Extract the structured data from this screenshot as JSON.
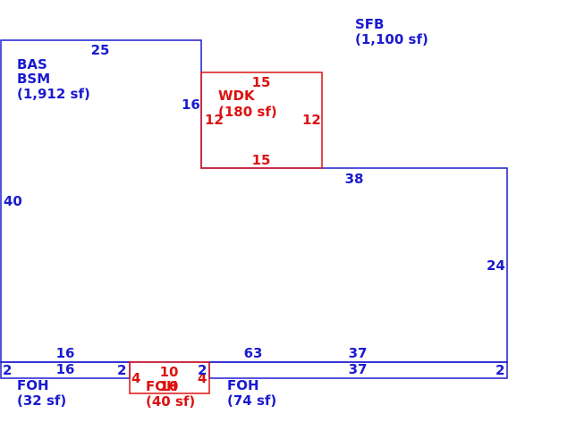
{
  "colors": {
    "main": "#1a1ad0",
    "deck": "#dd1111"
  },
  "sfb": {
    "code": "SFB",
    "area": "(1,100 sf)"
  },
  "main_area": {
    "code1": "BAS",
    "code2": "BSM",
    "area": "(1,912 sf)"
  },
  "wdk": {
    "code": "WDK",
    "area": "(180 sf)"
  },
  "foh_left": {
    "code": "FOH",
    "area": "(32 sf)"
  },
  "foh_mid": {
    "code": "FOH",
    "area": "(40 sf)"
  },
  "foh_right": {
    "code": "FOH",
    "area": "(74 sf)"
  },
  "dims": {
    "main_top": "25",
    "main_left": "40",
    "main_notch_side": "16",
    "main_step_top": "38",
    "main_right": "24",
    "main_bottom_left": "16",
    "main_bottom_mid": "63",
    "main_bottom_right": "37",
    "wdk_top": "15",
    "wdk_bottom": "15",
    "wdk_left": "12",
    "wdk_right": "12",
    "foh_left_top": "16",
    "foh_left_end_a": "2",
    "foh_left_end_b": "2",
    "foh_mid_top": "10",
    "foh_mid_bottom": "10",
    "foh_mid_left": "4",
    "foh_mid_right": "4",
    "foh_right_top": "37",
    "foh_right_end_a": "2",
    "foh_right_end_b": "2"
  }
}
